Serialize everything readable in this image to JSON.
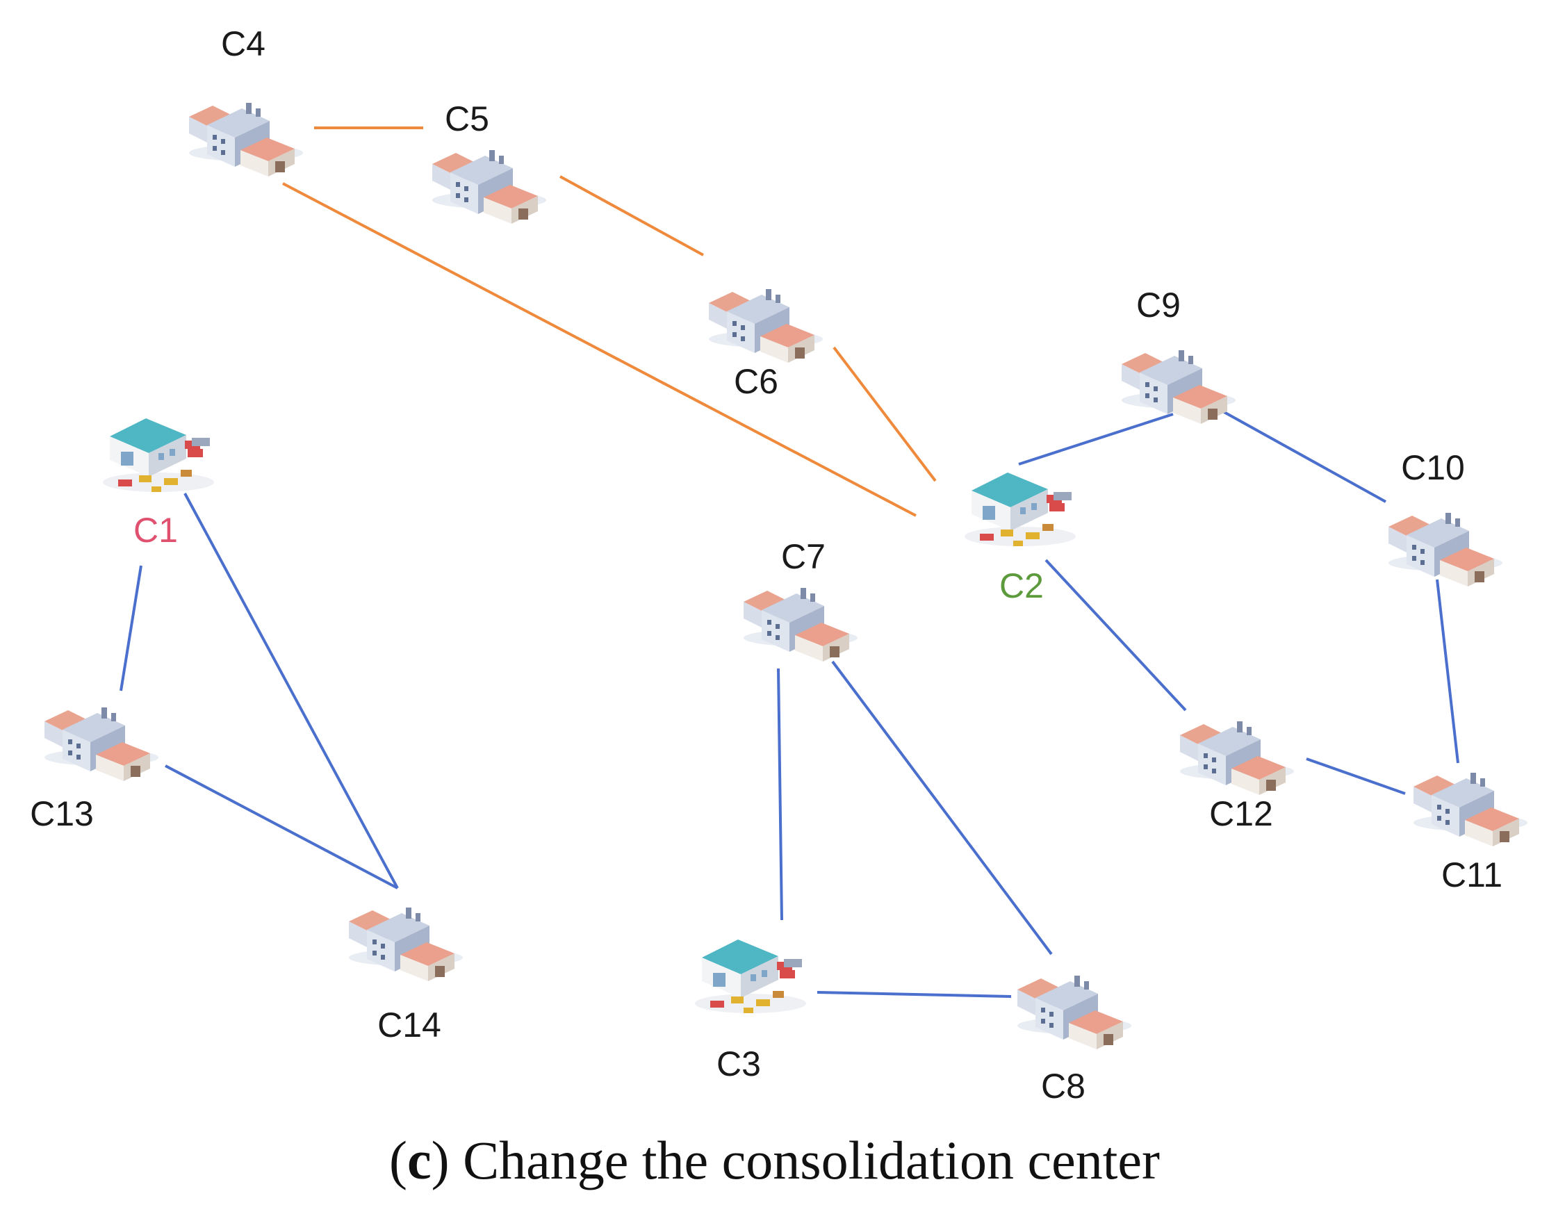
{
  "colors": {
    "blue_route": "#4a6fcd",
    "orange_route": "#ef8a3c",
    "label_default": "#1a1a1a",
    "label_c1": "#e0506f",
    "label_c2": "#5c9a3c"
  },
  "nodes": [
    {
      "id": "C1",
      "label": "C1",
      "type": "consolidation-center",
      "label_color": "#e0506f"
    },
    {
      "id": "C2",
      "label": "C2",
      "type": "consolidation-center",
      "label_color": "#5c9a3c"
    },
    {
      "id": "C3",
      "label": "C3",
      "type": "consolidation-center",
      "label_color": "#1a1a1a"
    },
    {
      "id": "C4",
      "label": "C4",
      "type": "customer",
      "label_color": "#1a1a1a"
    },
    {
      "id": "C5",
      "label": "C5",
      "type": "customer",
      "label_color": "#1a1a1a"
    },
    {
      "id": "C6",
      "label": "C6",
      "type": "customer",
      "label_color": "#1a1a1a"
    },
    {
      "id": "C7",
      "label": "C7",
      "type": "customer",
      "label_color": "#1a1a1a"
    },
    {
      "id": "C8",
      "label": "C8",
      "type": "customer",
      "label_color": "#1a1a1a"
    },
    {
      "id": "C9",
      "label": "C9",
      "type": "customer",
      "label_color": "#1a1a1a"
    },
    {
      "id": "C10",
      "label": "C10",
      "type": "customer",
      "label_color": "#1a1a1a"
    },
    {
      "id": "C11",
      "label": "C11",
      "type": "customer",
      "label_color": "#1a1a1a"
    },
    {
      "id": "C12",
      "label": "C12",
      "type": "customer",
      "label_color": "#1a1a1a"
    },
    {
      "id": "C13",
      "label": "C13",
      "type": "customer",
      "label_color": "#1a1a1a"
    },
    {
      "id": "C14",
      "label": "C14",
      "type": "customer",
      "label_color": "#1a1a1a"
    }
  ],
  "edges": [
    {
      "from": "C4",
      "to": "C5",
      "color": "orange"
    },
    {
      "from": "C5",
      "to": "C6",
      "color": "orange"
    },
    {
      "from": "C6",
      "to": "C2",
      "color": "orange"
    },
    {
      "from": "C4",
      "to": "C2",
      "color": "orange"
    },
    {
      "from": "C2",
      "to": "C9",
      "color": "blue"
    },
    {
      "from": "C9",
      "to": "C10",
      "color": "blue"
    },
    {
      "from": "C10",
      "to": "C11",
      "color": "blue"
    },
    {
      "from": "C11",
      "to": "C12",
      "color": "blue"
    },
    {
      "from": "C12",
      "to": "C2",
      "color": "blue"
    },
    {
      "from": "C1",
      "to": "C13",
      "color": "blue"
    },
    {
      "from": "C13",
      "to": "C14",
      "color": "blue"
    },
    {
      "from": "C14",
      "to": "C1",
      "color": "blue"
    },
    {
      "from": "C7",
      "to": "C3",
      "color": "blue"
    },
    {
      "from": "C3",
      "to": "C8",
      "color": "blue"
    },
    {
      "from": "C8",
      "to": "C7",
      "color": "blue"
    }
  ],
  "caption": {
    "letter": "(c)",
    "letter_paren_open": "(",
    "letter_bold": "c",
    "letter_paren_close": ")",
    "text": "Change the consolidation center"
  }
}
